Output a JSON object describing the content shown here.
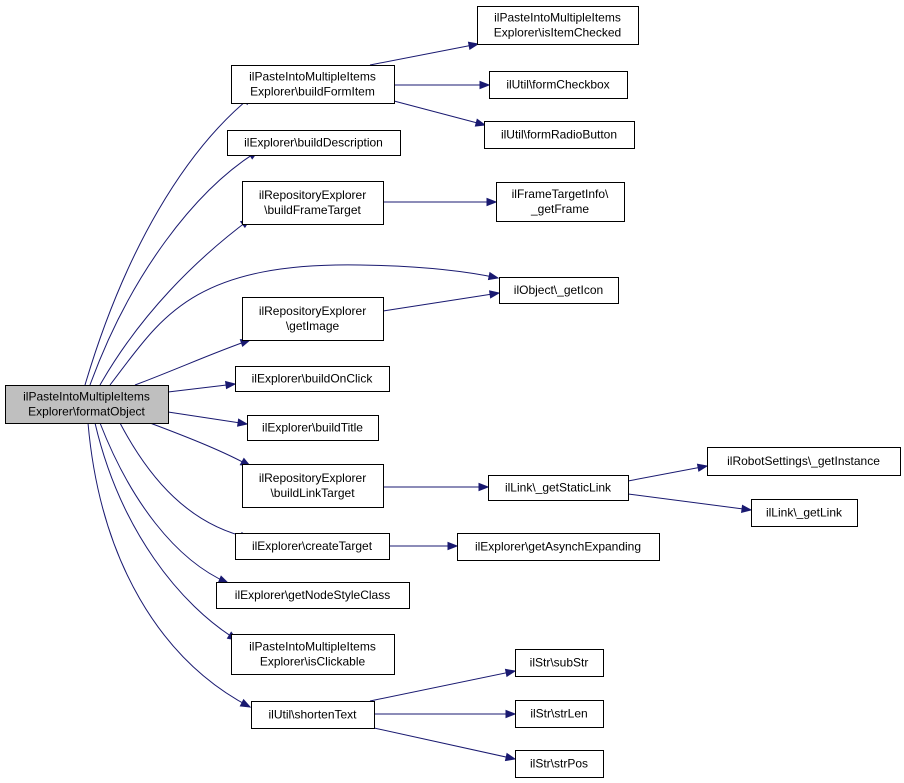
{
  "diagram": {
    "colors": {
      "root_fill": "#bfbfbf",
      "node_fill": "#ffffff",
      "border": "#000000",
      "edge": "#191970"
    },
    "nodes": [
      {
        "id": "formatObject",
        "lines": [
          "ilPasteIntoMultipleItems",
          "Explorer\\formatObject"
        ],
        "root": true
      },
      {
        "id": "buildFormItem",
        "lines": [
          "ilPasteIntoMultipleItems",
          "Explorer\\buildFormItem"
        ]
      },
      {
        "id": "isItemChecked",
        "lines": [
          "ilPasteIntoMultipleItems",
          "Explorer\\isItemChecked"
        ]
      },
      {
        "id": "formCheckbox",
        "lines": [
          "ilUtil\\formCheckbox"
        ]
      },
      {
        "id": "formRadioButton",
        "lines": [
          "ilUtil\\formRadioButton"
        ]
      },
      {
        "id": "buildDescription",
        "lines": [
          "ilExplorer\\buildDescription"
        ]
      },
      {
        "id": "buildFrameTarget",
        "lines": [
          "ilRepositoryExplorer",
          "\\buildFrameTarget"
        ]
      },
      {
        "id": "getFrame",
        "lines": [
          "ilFrameTargetInfo\\",
          "_getFrame"
        ]
      },
      {
        "id": "getIcon",
        "lines": [
          "ilObject\\_getIcon"
        ]
      },
      {
        "id": "getImage",
        "lines": [
          "ilRepositoryExplorer",
          "\\getImage"
        ]
      },
      {
        "id": "buildOnClick",
        "lines": [
          "ilExplorer\\buildOnClick"
        ]
      },
      {
        "id": "buildTitle",
        "lines": [
          "ilExplorer\\buildTitle"
        ]
      },
      {
        "id": "buildLinkTarget",
        "lines": [
          "ilRepositoryExplorer",
          "\\buildLinkTarget"
        ]
      },
      {
        "id": "getStaticLink",
        "lines": [
          "ilLink\\_getStaticLink"
        ]
      },
      {
        "id": "getInstance",
        "lines": [
          "ilRobotSettings\\_getInstance"
        ]
      },
      {
        "id": "getLink",
        "lines": [
          "ilLink\\_getLink"
        ]
      },
      {
        "id": "createTarget",
        "lines": [
          "ilExplorer\\createTarget"
        ]
      },
      {
        "id": "getAsynchExpanding",
        "lines": [
          "ilExplorer\\getAsynchExpanding"
        ]
      },
      {
        "id": "getNodeStyleClass",
        "lines": [
          "ilExplorer\\getNodeStyleClass"
        ]
      },
      {
        "id": "isClickable",
        "lines": [
          "ilPasteIntoMultipleItems",
          "Explorer\\isClickable"
        ]
      },
      {
        "id": "shortenText",
        "lines": [
          "ilUtil\\shortenText"
        ]
      },
      {
        "id": "subStr",
        "lines": [
          "ilStr\\subStr"
        ]
      },
      {
        "id": "strLen",
        "lines": [
          "ilStr\\strLen"
        ]
      },
      {
        "id": "strPos",
        "lines": [
          "ilStr\\strPos"
        ]
      }
    ],
    "edges": [
      {
        "from": "formatObject",
        "to": "buildFormItem"
      },
      {
        "from": "formatObject",
        "to": "buildDescription"
      },
      {
        "from": "formatObject",
        "to": "buildFrameTarget"
      },
      {
        "from": "formatObject",
        "to": "getIcon"
      },
      {
        "from": "formatObject",
        "to": "getImage"
      },
      {
        "from": "formatObject",
        "to": "buildOnClick"
      },
      {
        "from": "formatObject",
        "to": "buildTitle"
      },
      {
        "from": "formatObject",
        "to": "buildLinkTarget"
      },
      {
        "from": "formatObject",
        "to": "createTarget"
      },
      {
        "from": "formatObject",
        "to": "getNodeStyleClass"
      },
      {
        "from": "formatObject",
        "to": "isClickable"
      },
      {
        "from": "formatObject",
        "to": "shortenText"
      },
      {
        "from": "buildFormItem",
        "to": "isItemChecked"
      },
      {
        "from": "buildFormItem",
        "to": "formCheckbox"
      },
      {
        "from": "buildFormItem",
        "to": "formRadioButton"
      },
      {
        "from": "buildFrameTarget",
        "to": "getFrame"
      },
      {
        "from": "getImage",
        "to": "getIcon"
      },
      {
        "from": "buildLinkTarget",
        "to": "getStaticLink"
      },
      {
        "from": "getStaticLink",
        "to": "getInstance"
      },
      {
        "from": "getStaticLink",
        "to": "getLink"
      },
      {
        "from": "createTarget",
        "to": "getAsynchExpanding"
      },
      {
        "from": "shortenText",
        "to": "subStr"
      },
      {
        "from": "shortenText",
        "to": "strLen"
      },
      {
        "from": "shortenText",
        "to": "strPos"
      }
    ]
  }
}
